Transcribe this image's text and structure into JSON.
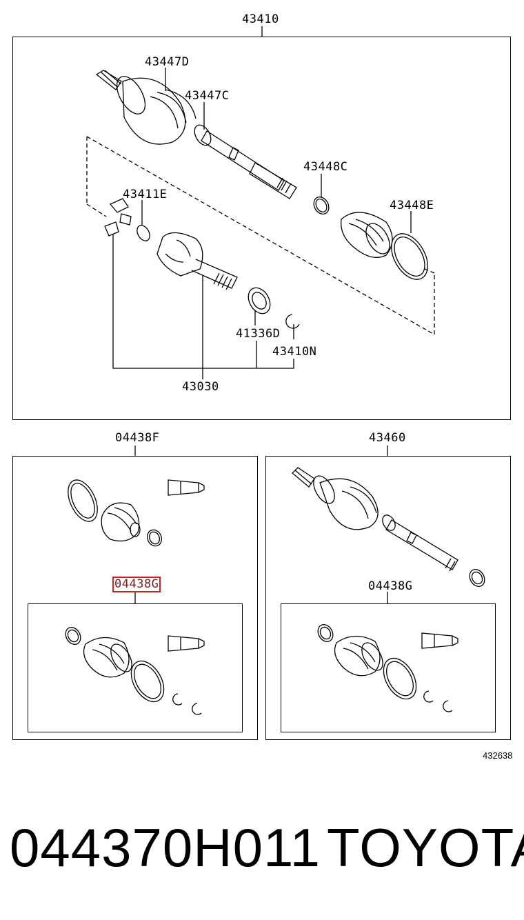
{
  "diagram": {
    "top": {
      "assembly": "43410",
      "parts": {
        "p43447D": "43447D",
        "p43447C": "43447C",
        "p43448C": "43448C",
        "p43448E": "43448E",
        "p43411E": "43411E",
        "p41336D": "41336D",
        "p43410N": "43410N",
        "p43030": "43030"
      }
    },
    "bottom_left": {
      "kit": "04438F",
      "inner_kit": "04438G",
      "inner_kit_highlighted": true
    },
    "bottom_right": {
      "assembly": "43460",
      "inner_kit": "04438G"
    },
    "reference": "432638"
  },
  "footer": {
    "part_number": "044370H011",
    "brand": "TOYOTA"
  },
  "colors": {
    "highlight": "#d32020",
    "line": "#000000"
  }
}
